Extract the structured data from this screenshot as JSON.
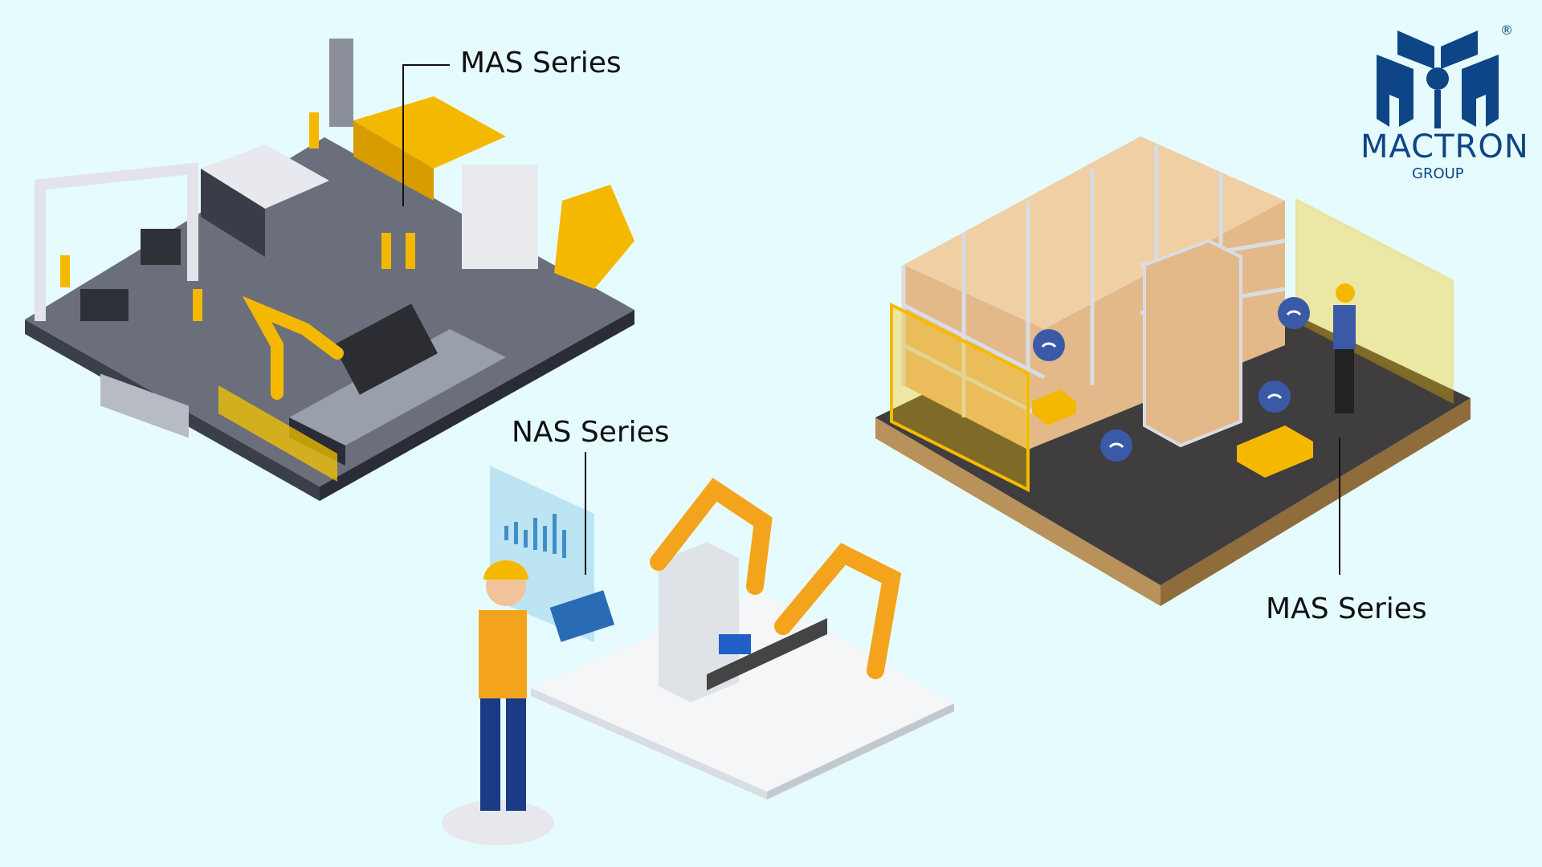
{
  "labels": {
    "mas_top": "MAS Series",
    "nas": "NAS Series",
    "mas_right": "MAS Series"
  },
  "logo": {
    "name": "MACTRON",
    "sub": "GROUP",
    "registered": "®"
  },
  "colors": {
    "background": "#e6fbfd",
    "brand": "#0d4586",
    "accent_yellow": "#f5b800",
    "accent_orange": "#f4a41c"
  }
}
